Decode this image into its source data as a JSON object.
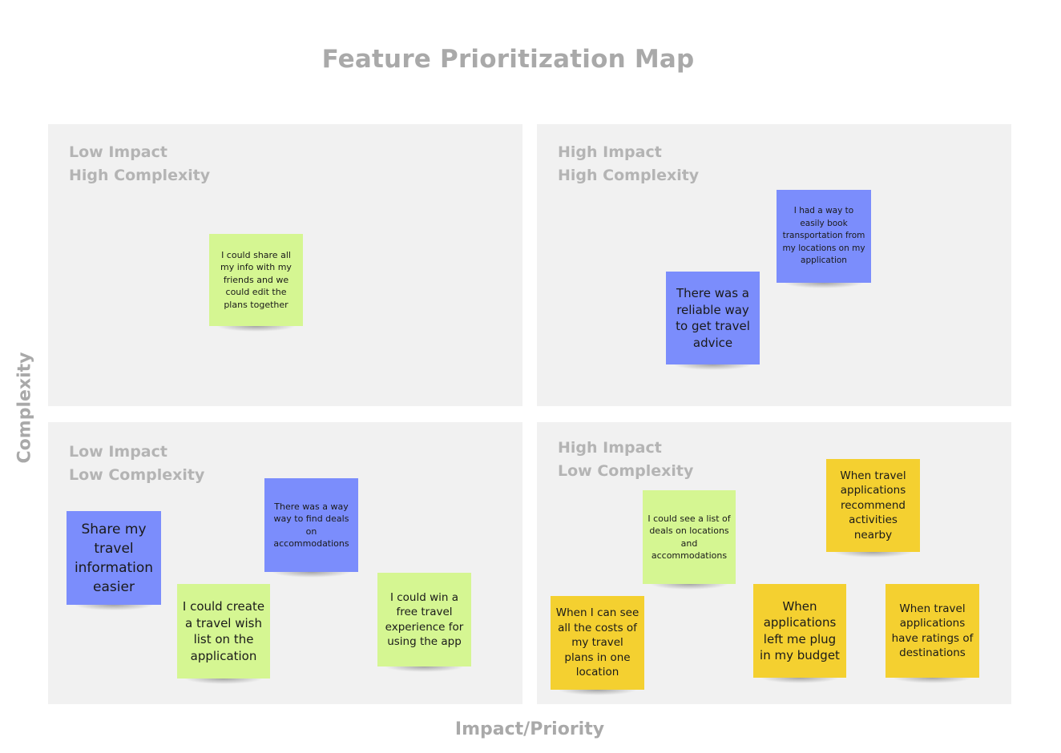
{
  "title": "Feature Prioritization Map",
  "axes": {
    "y_label": "Complexity",
    "x_label": "Impact/Priority"
  },
  "quadrants": {
    "top_left": {
      "line1": "Low Impact",
      "line2": "High Complexity"
    },
    "top_right": {
      "line1": "High Impact",
      "line2": "High Complexity"
    },
    "bottom_left": {
      "line1": "Low Impact",
      "line2": "Low Complexity"
    },
    "bottom_right": {
      "line1": "High Impact",
      "line2": "Low Complexity"
    }
  },
  "colors": {
    "blue_note": "#7b8dfc",
    "green_note": "#d5f692",
    "yellow_note": "#f4d030",
    "quadrant_bg": "#f1f1f1",
    "label_gray": "#a9a9a9"
  },
  "notes": {
    "tl_share_info": "I could share all my info with my friends and we could edit the plans together",
    "tr_book_transport": "I had a way to easily book transportation from my locations on my application",
    "tr_travel_advice": "There was a reliable way to get travel advice",
    "bl_share_easier": "Share my travel information easier",
    "bl_find_deals": "There was a way way to find deals on accommodations",
    "bl_wish_list": "I could create a travel wish list on the application",
    "bl_free_travel": "I could win a free travel experience for using the app",
    "br_list_deals": "I could see a list of deals on locations and accommodations",
    "br_recommend": "When travel applications recommend activities nearby",
    "br_costs": "When I can see all the costs of my travel plans in one location",
    "br_budget": "When applications left me plug in my budget",
    "br_ratings": "When travel applications have ratings of destinations"
  }
}
